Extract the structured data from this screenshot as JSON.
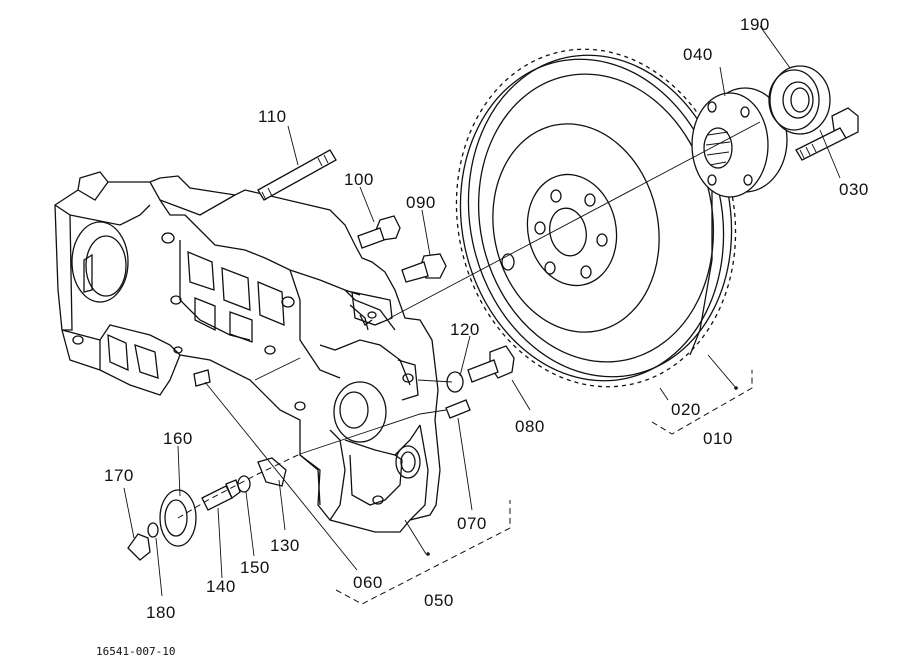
{
  "drawing_code": "16541-007-10",
  "callouts": {
    "c010": "010",
    "c020": "020",
    "c030": "030",
    "c040": "040",
    "c050": "050",
    "c060": "060",
    "c070": "070",
    "c080": "080",
    "c090": "090",
    "c100": "100",
    "c110": "110",
    "c120": "120",
    "c130": "130",
    "c140": "140",
    "c150": "150",
    "c160": "160",
    "c170": "170",
    "c180": "180",
    "c190": "190"
  }
}
